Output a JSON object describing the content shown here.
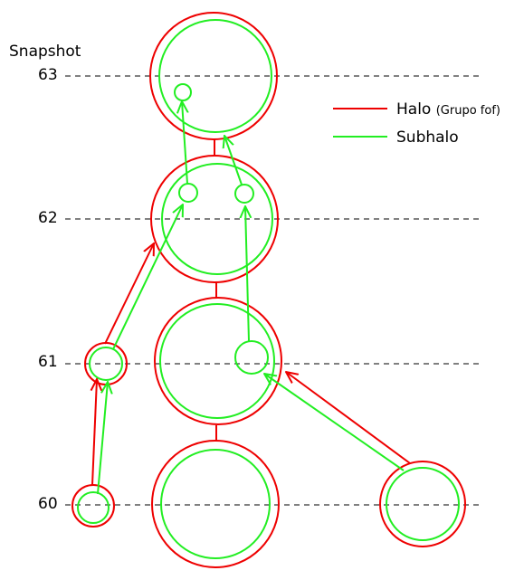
{
  "axis_title": "Snapshot",
  "snapshots": [
    "63",
    "62",
    "61",
    "60"
  ],
  "legend": {
    "halo_label": "Halo",
    "halo_sublabel": "(Grupo fof)",
    "subhalo_label": "Subhalo"
  },
  "colors": {
    "halo": "#ee0000",
    "subhalo": "#22ee22",
    "guide": "#000000"
  }
}
